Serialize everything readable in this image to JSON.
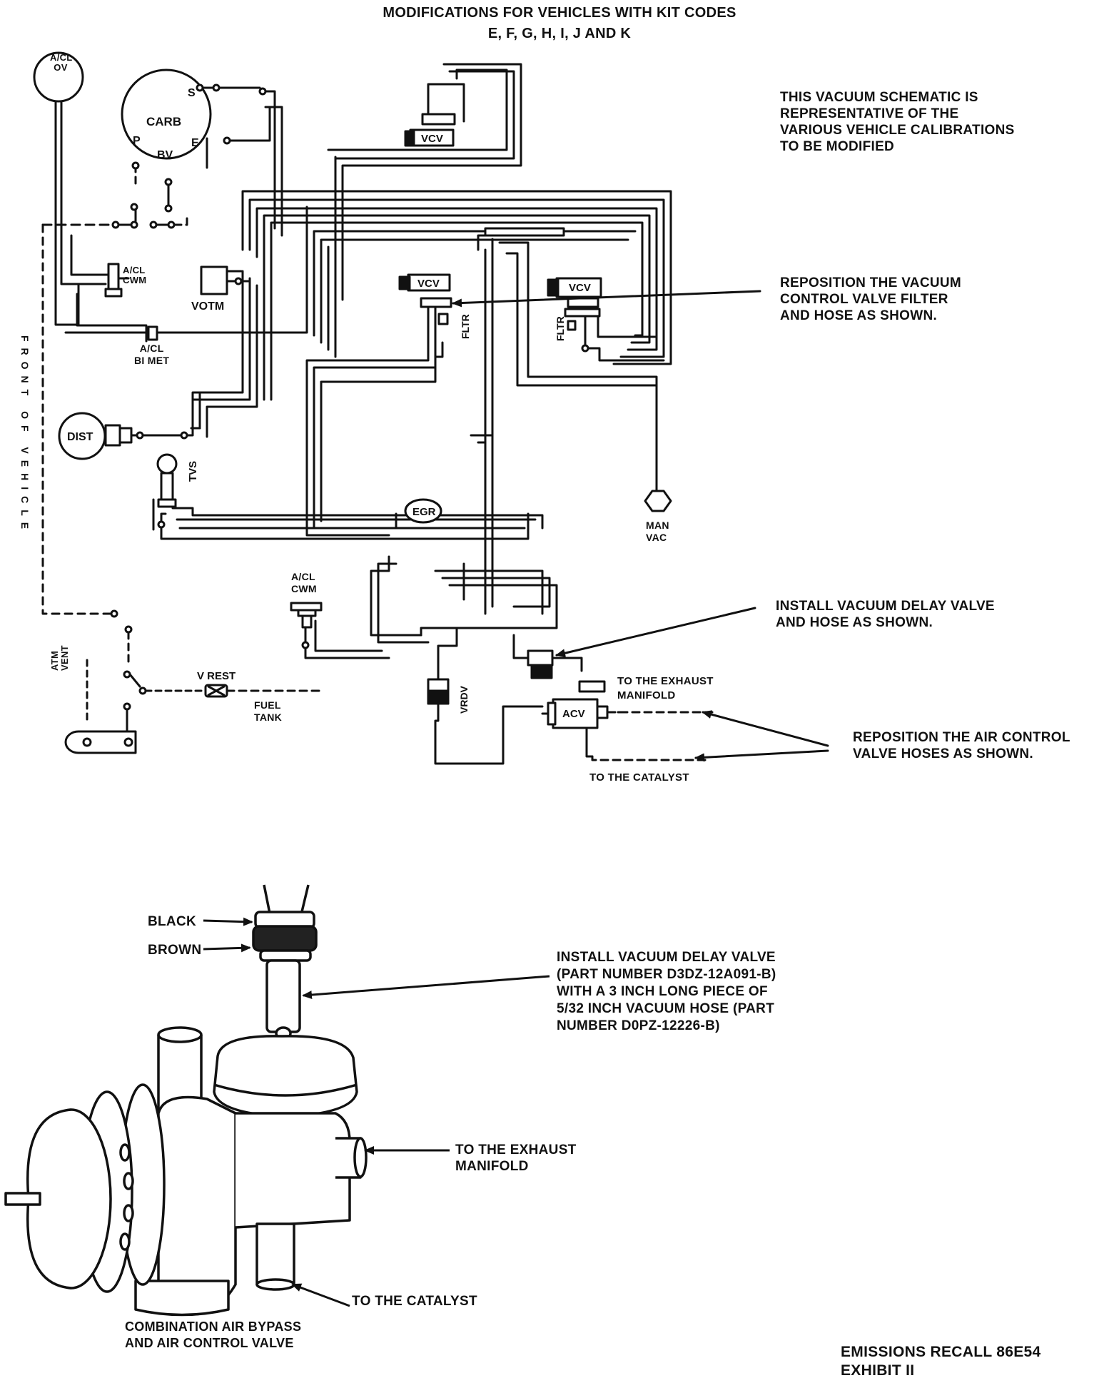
{
  "title": {
    "line1": "MODIFICATIONS FOR VEHICLES WITH KIT CODES",
    "line2": "E, F, G, H, I, J AND K"
  },
  "notes": {
    "schematic": "THIS VACUUM SCHEMATIC IS\nREPRESENTATIVE OF THE\nVARIOUS VEHICLE CALIBRATIONS\nTO BE MODIFIED",
    "reposition_vcv": "REPOSITION THE VACUUM\nCONTROL VALVE FILTER\nAND HOSE AS SHOWN.",
    "install_delay": "INSTALL VACUUM DELAY VALVE\nAND HOSE AS SHOWN.",
    "reposition_acv": "REPOSITION THE AIR CONTROL\nVALVE HOSES AS SHOWN.",
    "install_delay_part": "INSTALL VACUUM DELAY VALVE\n(PART NUMBER D3DZ-12A091-B)\nWITH A 3 INCH LONG PIECE OF\n5/32 INCH VACUUM HOSE (PART\nNUMBER D0PZ-12226-B)"
  },
  "components": {
    "acl_ov": "A/CL\nOV",
    "carb": "CARB",
    "carb_s": "S",
    "carb_p": "P",
    "carb_bv": "BV",
    "carb_e": "E",
    "vcv": "VCV",
    "acl_cwm": "A/CL\nCWM",
    "votm": "VOTM",
    "fltr": "FLTR",
    "acl_bimet": "A/CL\nBI MET",
    "dist": "DIST",
    "tvs": "TVS",
    "egr": "EGR",
    "man_vac": "MAN\nVAC",
    "acl_cwm_lower": "A/CL\nCWM",
    "vrdv": "VRDV",
    "acv": "ACV",
    "v_rest": "V REST",
    "fuel_tank": "FUEL\nTANK",
    "atm_vent": "ATM\nVENT",
    "front_of_vehicle": "FRONT OF VEHICLE",
    "to_exhaust": "TO THE EXHAUST\nMANIFOLD",
    "to_catalyst": "TO THE CATALYST"
  },
  "detail": {
    "black": "BLACK",
    "brown": "BROWN",
    "to_exhaust": "TO THE EXHAUST\nMANIFOLD",
    "to_catalyst": "TO THE CATALYST",
    "valve_caption": "COMBINATION AIR BYPASS\nAND AIR CONTROL VALVE"
  },
  "footer": "EMISSIONS RECALL 86E54\nEXHIBIT II"
}
